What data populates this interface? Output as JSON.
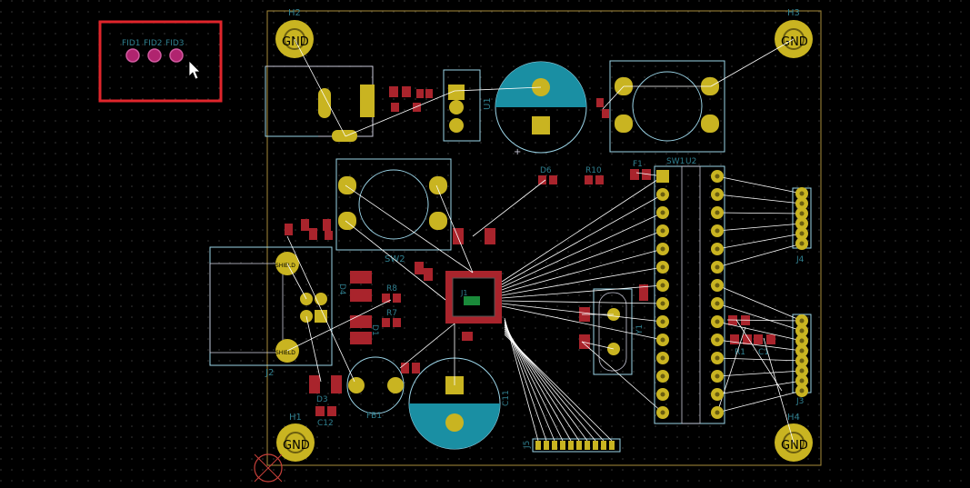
{
  "board": {
    "fiducials": [
      "FID1",
      "FID2",
      "FID3"
    ],
    "mounting_holes": [
      {
        "ref": "H2",
        "label": "GND"
      },
      {
        "ref": "H3",
        "label": "GND"
      },
      {
        "ref": "H1",
        "label": "GND"
      },
      {
        "ref": "H4",
        "label": "GND"
      }
    ],
    "labels": {
      "sw1": "SW1",
      "sw2": "SW2",
      "u2": "U2",
      "u1": "U1",
      "d6": "D6",
      "r10": "R10",
      "f1": "F1",
      "r8": "R8",
      "r7": "R7",
      "r1": "R1",
      "c1": "C1",
      "j1": "J1",
      "j2": "J2",
      "j3": "J3",
      "j4": "J4",
      "j5": "J5",
      "y1": "Y1",
      "d3": "D3",
      "c12": "C12",
      "c11": "C11",
      "fb1": "FB1",
      "d4": "D4",
      "d1": "D1",
      "shield1": "SHIELD",
      "shield2": "SHIELD"
    }
  },
  "colors": {
    "background": "#000000",
    "grid": "#2a2a2a",
    "edge": "#a88d3a",
    "silk": "#c8c8d8",
    "courtyard": "#9ad3e6",
    "pad_copper": "#c9b421",
    "smd_pad": "#a9242c",
    "ratsnest": "#ffffff",
    "capacitor_fill": "#1a8fa3",
    "fiducial": "#b0246f",
    "selection": "#e0252b",
    "reference": "#2f7f8f"
  }
}
